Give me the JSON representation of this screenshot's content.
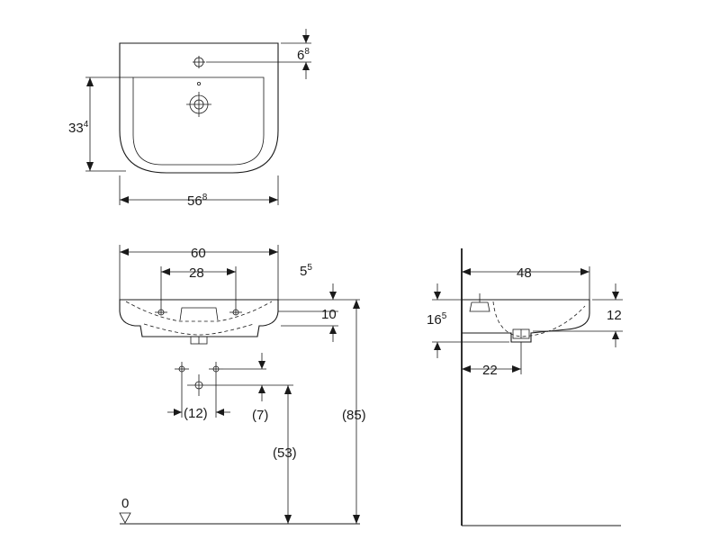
{
  "top_view": {
    "depth": "33",
    "depth_sup": "4",
    "width": "56",
    "width_sup": "8",
    "tap_offset": "6",
    "tap_offset_sup": "8"
  },
  "front_view": {
    "overall_width": "60",
    "tap_spacing": "28",
    "rim_thickness": "5",
    "rim_thickness_sup": "5",
    "bowl_depth": "10",
    "install_height": "(85)",
    "outlet_spacing": "(12)",
    "outlet_offset": "(7)",
    "outlet_height": "(53)",
    "floor_level": "0"
  },
  "side_view": {
    "overall_depth": "48",
    "front_height": "16",
    "front_height_sup": "5",
    "bowl_height": "12",
    "waste_distance": "22"
  }
}
